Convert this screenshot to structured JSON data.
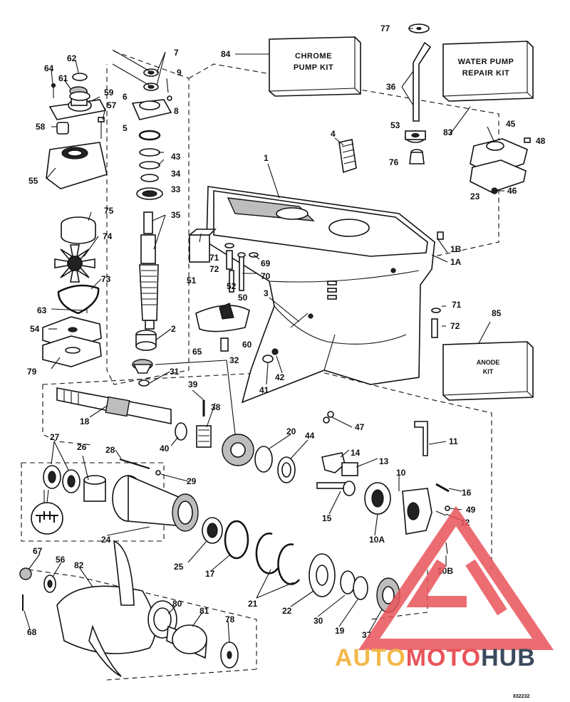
{
  "kits": {
    "chrome_pump_kit": "CHROME\nPUMP KIT",
    "water_pump_repair_kit": "WATER PUMP\nREPAIR KIT",
    "anode_kit": "ANODE\nKIT"
  },
  "kit_labels": {
    "chrome_line1": "CHROME",
    "chrome_line2": "PUMP KIT",
    "water_line1": "WATER PUMP",
    "water_line2": "REPAIR KIT",
    "anode_line1": "ANODE",
    "anode_line2": "KIT"
  },
  "part_numbers": [
    "1",
    "1A",
    "1B",
    "2",
    "3",
    "4",
    "5",
    "6",
    "7",
    "8",
    "9",
    "10",
    "10A",
    "10B",
    "11",
    "12",
    "13",
    "14",
    "15",
    "16",
    "17",
    "18",
    "19",
    "20",
    "21",
    "22",
    "23",
    "24",
    "25",
    "26",
    "27",
    "28",
    "29",
    "30",
    "31",
    "32",
    "33",
    "34",
    "35",
    "36",
    "37",
    "38",
    "39",
    "40",
    "41",
    "42",
    "43",
    "44",
    "45",
    "46",
    "47",
    "48",
    "49",
    "50",
    "51",
    "52",
    "53",
    "54",
    "55",
    "56",
    "57",
    "58",
    "59",
    "60",
    "61",
    "62",
    "63",
    "64",
    "65",
    "67",
    "68",
    "69",
    "70",
    "71",
    "72",
    "73",
    "74",
    "75",
    "76",
    "77",
    "78",
    "79",
    "80",
    "81",
    "82",
    "83",
    "84",
    "85"
  ],
  "diagram_code": "832232",
  "watermark": {
    "auto": "AUTO",
    "moto": "MOTO",
    "hub": "HUB",
    "colors": {
      "auto": "#f2b84b",
      "moto": "#e8545a",
      "hub": "#3a4a5c",
      "triangle": "#e8545a"
    }
  }
}
